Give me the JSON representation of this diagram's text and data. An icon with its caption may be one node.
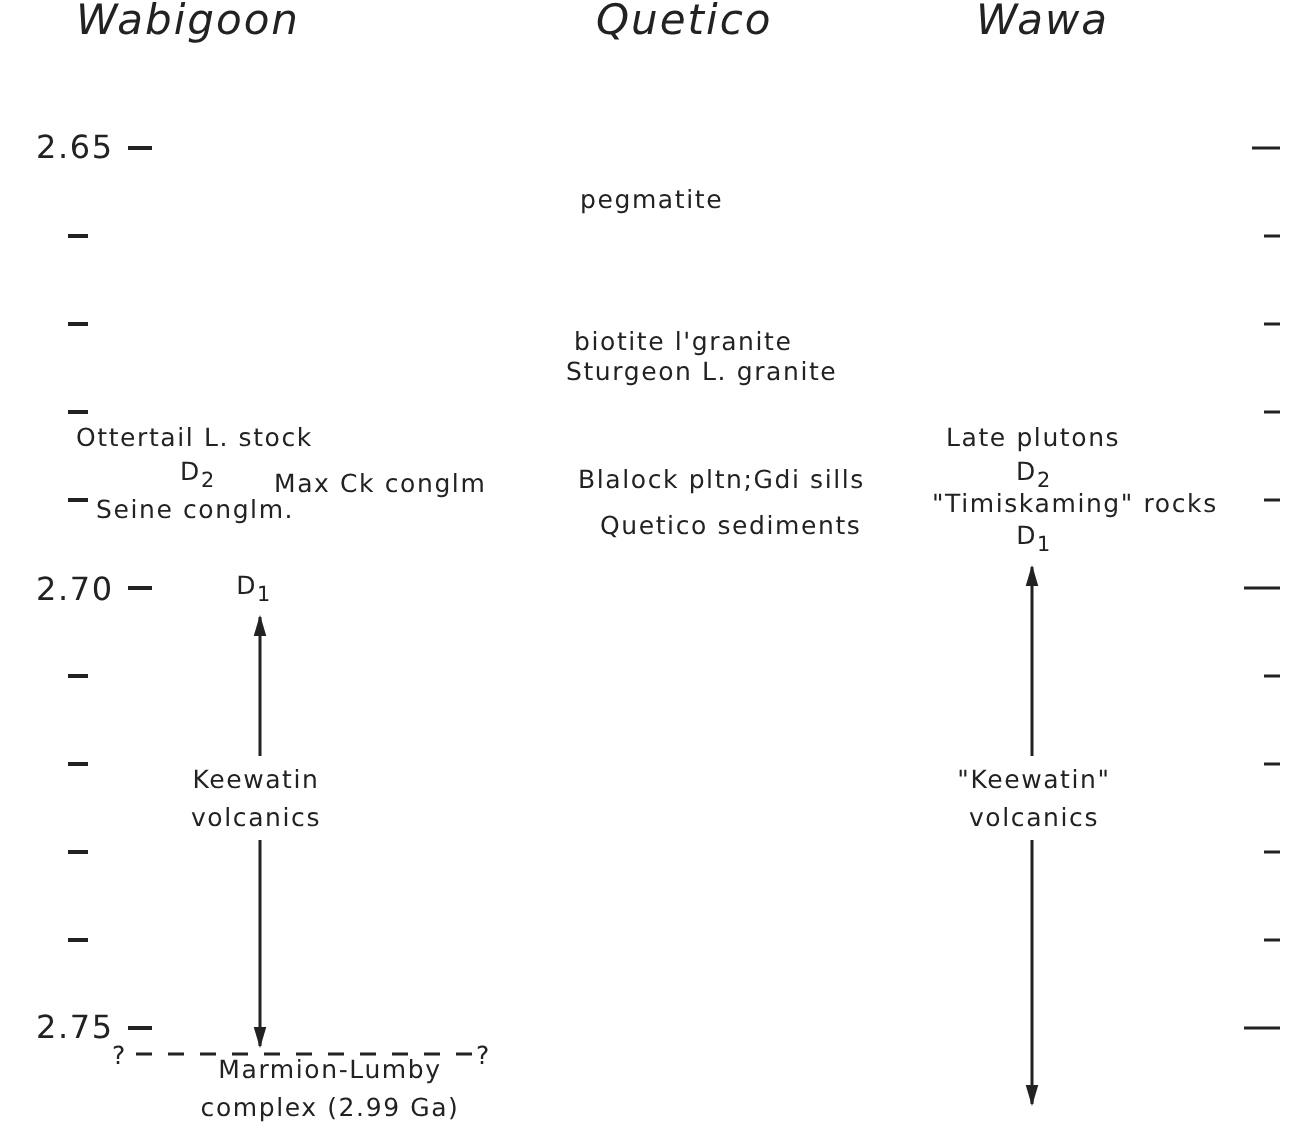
{
  "diagram": {
    "nodes": [
      {
        "text": [
          "D$_{1}$"
        ]
      },
      {
        "text": [
          "Keewatin volcanics"
        ]
      },
      {
        "text": [
          "Marmion-Lumby complex (2.99 Ga)"
        ]
      },
      {
        "text": [
          "D$_{1}$"
        ]
      },
      {
        "text": [
          "\"Keewatin\" volcanics"
        ]
      }
    ],
    "edges": [
      {
        "from": 1,
        "to": 0,
        "arrow": "to"
      },
      {
        "from": 1,
        "to": 2,
        "arrow": "to"
      },
      {
        "from": 4,
        "to": 3,
        "arrow": "to"
      },
      {
        "from": 4,
        "to": null,
        "arrow": "to"
      }
    ],
    "labels": [
      "Wabigoon",
      "Quetico",
      "Wawa",
      "2.65",
      "pegmatite",
      "biotite l'granite",
      "Sturgeon L. granite",
      "Ottertail L. stock",
      "Late plutons",
      "D$_{2}$",
      "Max Ck conglm",
      "Blalock pltn;Gdi sills",
      "D$_{2}$",
      "Seine conglm.",
      "Quetico sediments",
      "\"Timiskaming\" rocks",
      "2.70",
      "2.75",
      "?",
      "?"
    ]
  }
}
